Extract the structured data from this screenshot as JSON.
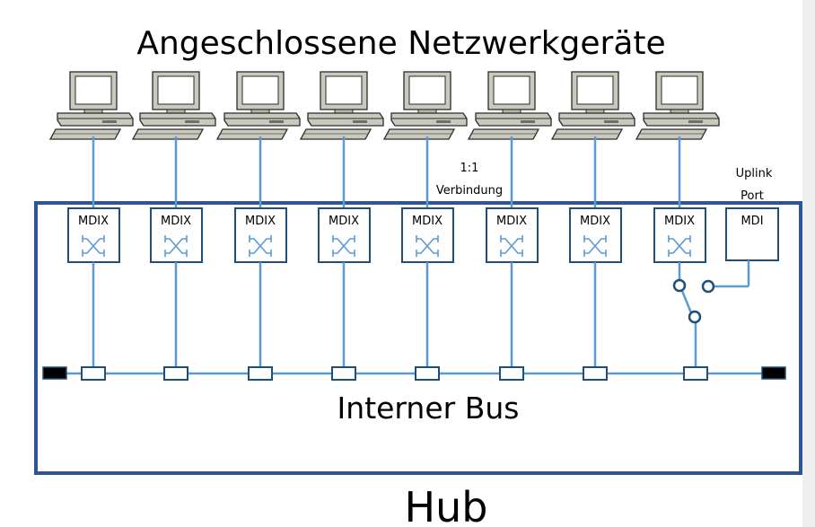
{
  "title": "Angeschlossene Netzwerkgeräte",
  "device_label": "Hub",
  "bus_label": "Interner Bus",
  "connection_note": {
    "line1": "1:1",
    "line2": "Verbindung"
  },
  "uplink": {
    "line1": "Uplink",
    "line2": "Port",
    "port_label": "MDI"
  },
  "ports": [
    {
      "label": "MDIX"
    },
    {
      "label": "MDIX"
    },
    {
      "label": "MDIX"
    },
    {
      "label": "MDIX"
    },
    {
      "label": "MDIX"
    },
    {
      "label": "MDIX"
    },
    {
      "label": "MDIX"
    },
    {
      "label": "MDIX"
    }
  ],
  "computer_count": 8,
  "colors": {
    "hub_border": "#2f5597",
    "wire": "#5b9bd5",
    "port_border": "#1f4e79",
    "terminator": "#000000"
  }
}
